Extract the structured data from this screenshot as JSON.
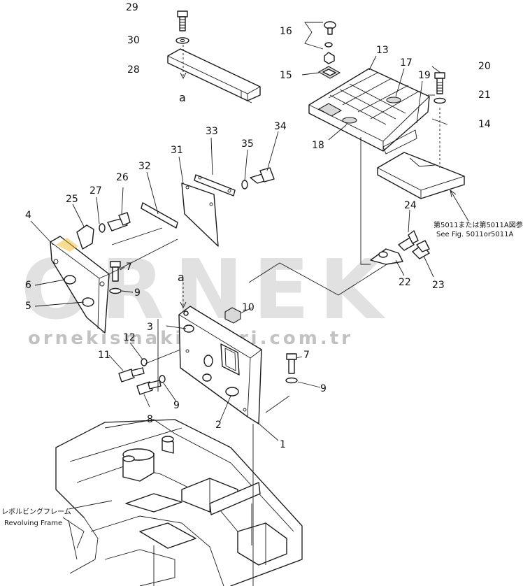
{
  "watermark": {
    "brand": "ORNEK",
    "site": "ornekismakinalari.com.tr"
  },
  "references": {
    "fig_ref_jp": "第5011または第5011A図参照",
    "fig_ref_en": "See Fig. 5011or5011A",
    "frame_jp": "レボルビングフレーム",
    "frame_en": "Revolving Frame"
  },
  "callouts": {
    "a_top": "a",
    "a_mid": "a",
    "c1": "1",
    "c2": "2",
    "c3": "3",
    "c4": "4",
    "c5": "5",
    "c6": "6",
    "c7a": "7",
    "c7b": "7",
    "c8": "8",
    "c9a": "9",
    "c9b": "9",
    "c9c": "9",
    "c10": "10",
    "c11": "11",
    "c12": "12",
    "c13": "13",
    "c14": "14",
    "c15": "15",
    "c16": "16",
    "c17": "17",
    "c18": "18",
    "c19": "19",
    "c20": "20",
    "c21": "21",
    "c22": "22",
    "c23": "23",
    "c24": "24",
    "c25": "25",
    "c26": "26",
    "c27": "27",
    "c28": "28",
    "c29": "29",
    "c30": "30",
    "c31": "31",
    "c32": "32",
    "c33": "33",
    "c34": "34",
    "c35": "35"
  }
}
